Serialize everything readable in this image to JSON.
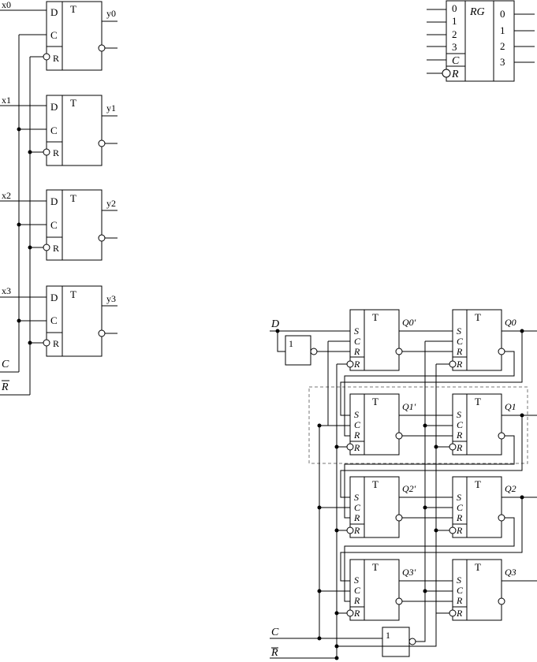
{
  "left_register": {
    "trigger_symbol": "T",
    "inputs": [
      "x0",
      "x1",
      "x2",
      "x3"
    ],
    "outputs": [
      "y0",
      "y1",
      "y2",
      "y3"
    ],
    "pin_d": "D",
    "pin_c": "C",
    "pin_r": "R",
    "clock_label": "C",
    "reset_label": "R"
  },
  "rg_block": {
    "title": "RG",
    "inputs": [
      "0",
      "1",
      "2",
      "3"
    ],
    "clock_pin": "C",
    "reset_pin": "R",
    "outputs": [
      "0",
      "1",
      "2",
      "3"
    ]
  },
  "shift_register": {
    "trigger_symbol": "T",
    "pin_s": "S",
    "pin_c": "C",
    "pin_r": "R",
    "pin_reset": "R",
    "input_label": "D",
    "clock_label": "C",
    "reset_label": "R",
    "inverter_label": "1",
    "master_outputs": [
      "Q0′",
      "Q1′",
      "Q2′",
      "Q3′"
    ],
    "slave_outputs": [
      "Q0",
      "Q1",
      "Q2",
      "Q3"
    ]
  }
}
